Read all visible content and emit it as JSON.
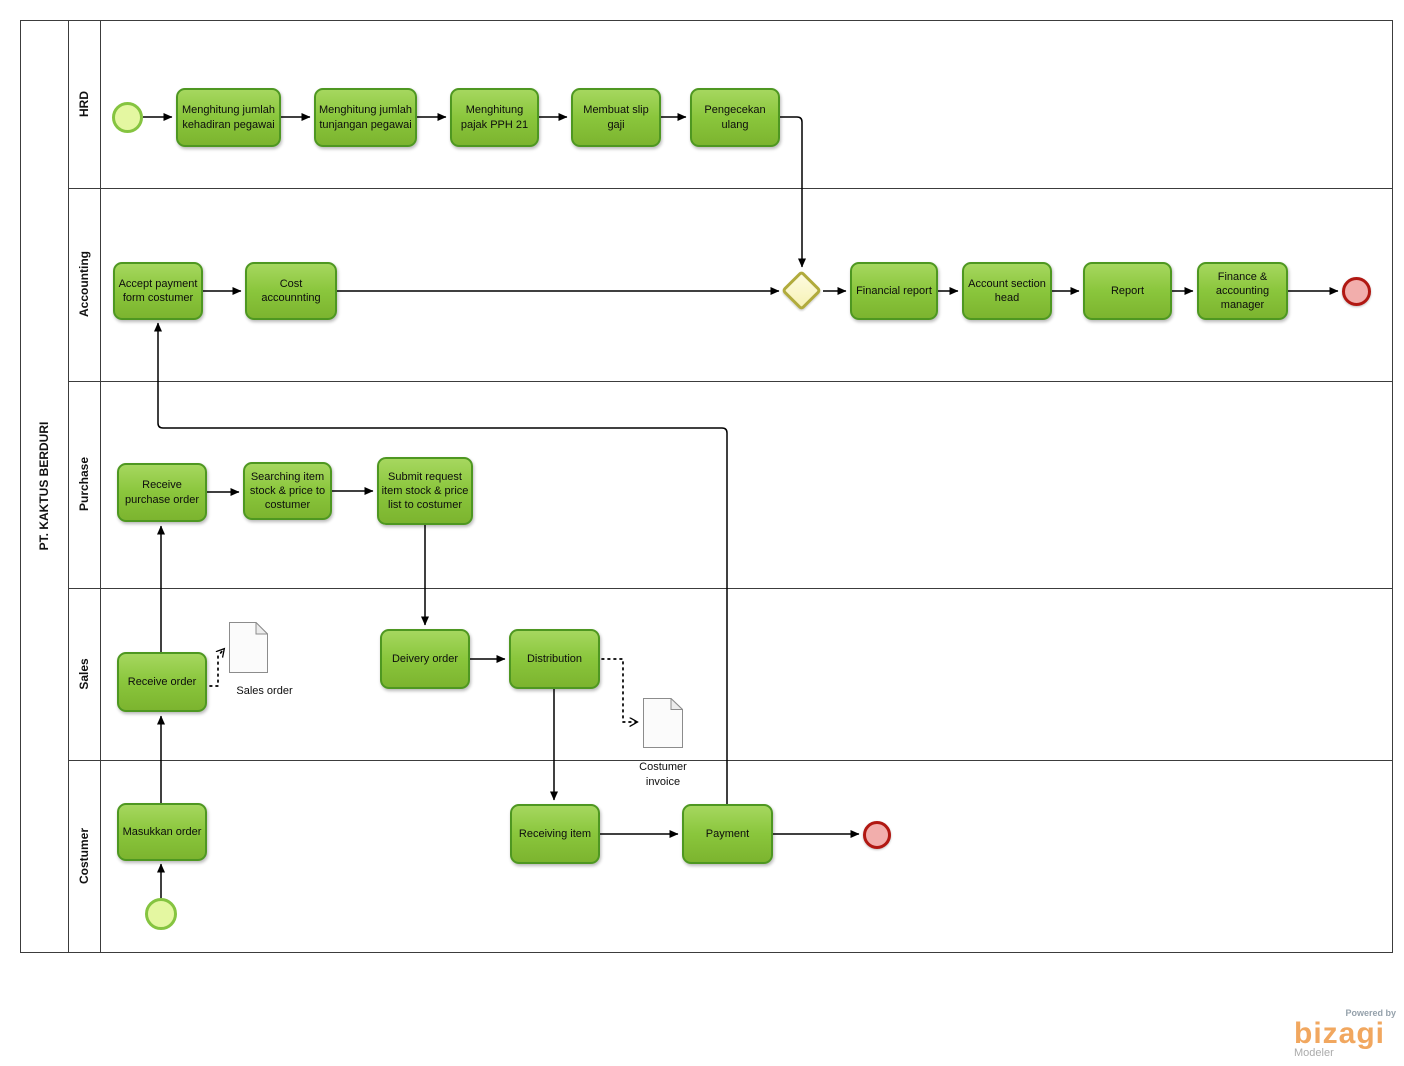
{
  "pool": {
    "title": "PT. KAKTUS BERDURI"
  },
  "lanes": [
    {
      "label": "HRD"
    },
    {
      "label": "Accounting"
    },
    {
      "label": "Purchase"
    },
    {
      "label": "Sales"
    },
    {
      "label": "Costumer"
    }
  ],
  "nodes": {
    "menghitung_kehadiran": "Menghitung jumlah kehadiran pegawai",
    "menghitung_tunjangan": "Menghitung jumlah tunjangan pegawai",
    "menghitung_pajak": "Menghitung pajak PPH 21",
    "membuat_slip": "Membuat slip gaji",
    "pengecekan_ulang": "Pengecekan ulang",
    "accept_payment": "Accept payment form costumer",
    "cost_accounting": "Cost accounnting",
    "financial_report": "Financial report",
    "account_section_head": "Account section head",
    "report": "Report",
    "finance_manager": "Finance & accounting manager",
    "receive_purchase_order": "Receive purchase order",
    "searching_item": "Searching item stock & price to costumer",
    "submit_request": "Submit request item stock & price list to costumer",
    "receive_order": "Receive order",
    "deivery_order": "Deivery order",
    "distribution": "Distribution",
    "masukkan_order": "Masukkan order",
    "receiving_item": "Receiving item",
    "payment": "Payment"
  },
  "documents": {
    "sales_order": "Sales order",
    "costumer_invoice": "Costumer invoice"
  },
  "branding": {
    "powered_by": "Powered by",
    "name": "bizagi",
    "product": "Modeler"
  },
  "colors": {
    "task_fill": "#8CC63F",
    "task_border": "#4E9721",
    "start_fill": "#E4F7A1",
    "start_border": "#85C440",
    "end_fill": "#F2AEAC",
    "end_border": "#B11812",
    "gateway_fill": "#F9F5C2",
    "gateway_border": "#B1AB3C",
    "brand_orange": "#F1A75F"
  }
}
